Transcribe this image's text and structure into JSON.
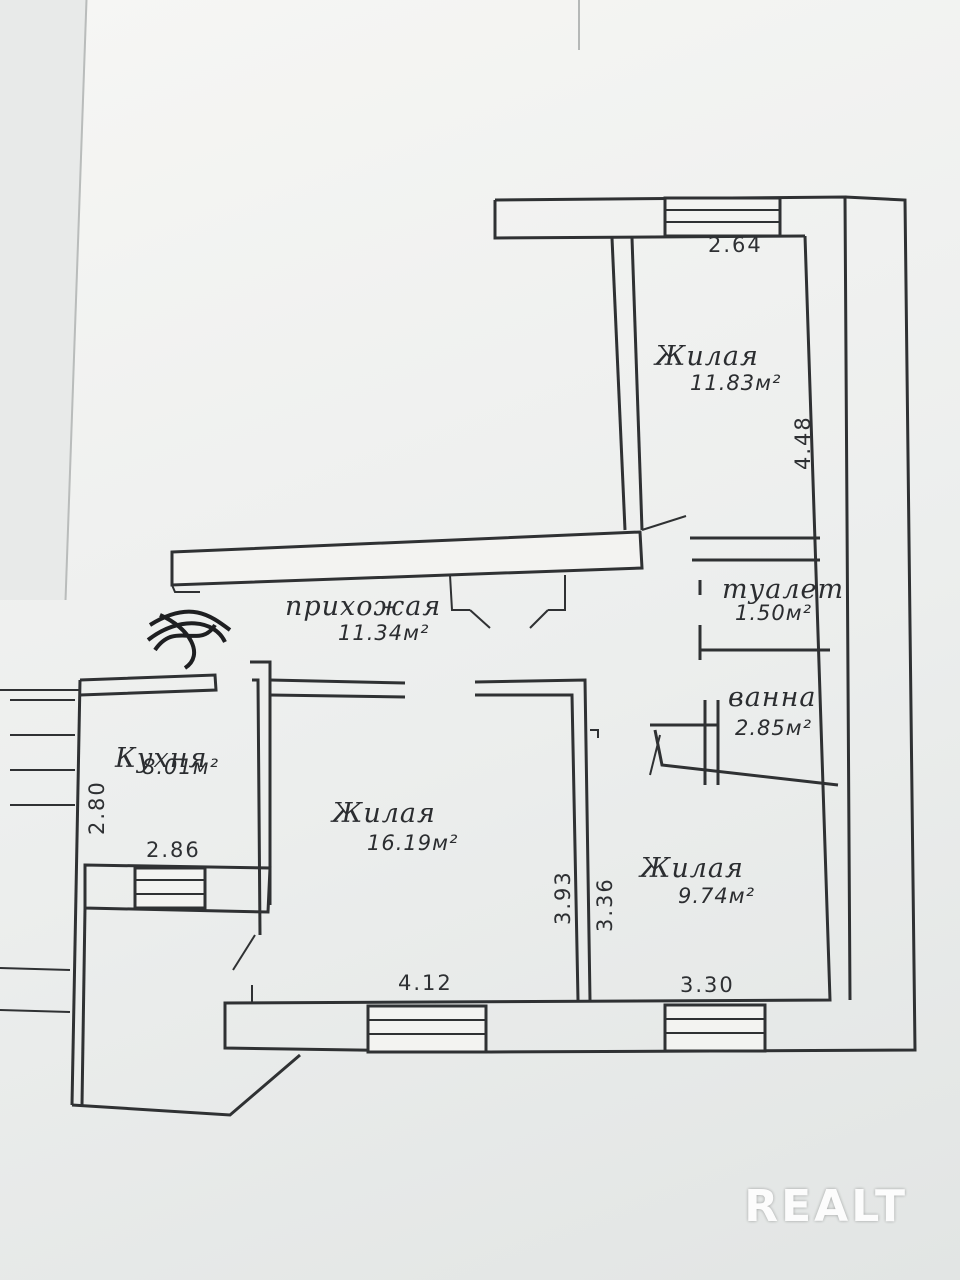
{
  "rooms": [
    {
      "id": "living-top",
      "label": "Жилая",
      "area": "11.83м²",
      "dims": [
        "2.64",
        "4.48"
      ]
    },
    {
      "id": "hallway",
      "label": "прихожая",
      "area": "11.34м²"
    },
    {
      "id": "toilet",
      "label": "туалет",
      "area": "1.50м²"
    },
    {
      "id": "bathroom",
      "label": "ванна",
      "area": "2.85м²"
    },
    {
      "id": "kitchen",
      "label": "Кухня",
      "area": "8.01м²",
      "dims": [
        "2.80",
        "2.86"
      ]
    },
    {
      "id": "living-center",
      "label": "Жилая",
      "area": "16.19м²",
      "dims": [
        "4.12",
        "3.93"
      ]
    },
    {
      "id": "living-right",
      "label": "Жилая",
      "area": "9.74м²",
      "dims": [
        "3.30",
        "3.36"
      ]
    }
  ],
  "watermark": "REALT"
}
